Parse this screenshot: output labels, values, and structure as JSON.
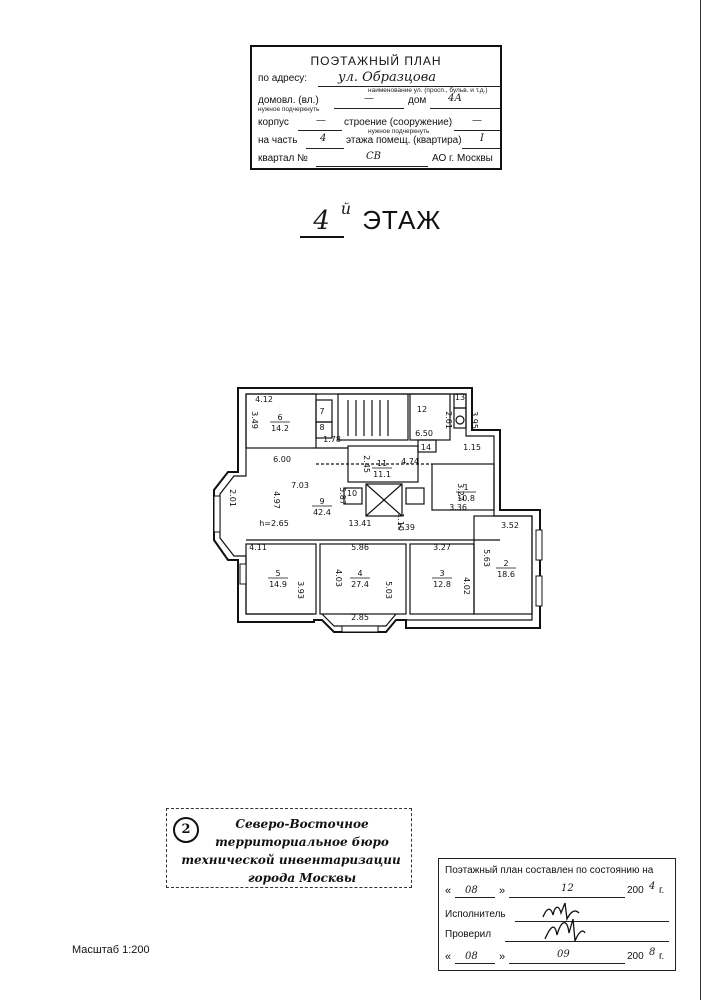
{
  "header": {
    "title": "ПОЭТАЖНЫЙ ПЛАН",
    "address_label": "по адресу:",
    "street_value": "ул. Образцова",
    "street_note": "наименование ул. (просп., бульв. и т.д.)",
    "domovl_label": "домовл. (вл.)",
    "domovl_value": "—",
    "dom_label": "дом",
    "dom_value": "4А",
    "underline_note_1": "нужное подчеркнуть",
    "korpus_label": "корпус",
    "korpus_value": "—",
    "stroenie_label": "строение (сооружение)",
    "stroenie_value": "—",
    "underline_note_2": "нужное подчеркнуть",
    "part_label": "на часть",
    "part_value": "4",
    "floor_label": "этажа помещ. (квартира)",
    "floor_value": "I",
    "kvartal_label": "квартал №",
    "kvartal_value": "СВ",
    "ao_label": "АО г. Москвы"
  },
  "floor_title": {
    "number": "4",
    "suffix": "й",
    "label": "ЭТАЖ"
  },
  "plan": {
    "rooms": [
      {
        "num": "6",
        "area": "14.2"
      },
      {
        "num": "9",
        "area": "42.4"
      },
      {
        "num": "5",
        "area": "14.9"
      },
      {
        "num": "4",
        "area": "27.4"
      },
      {
        "num": "3",
        "area": "12.8"
      },
      {
        "num": "2",
        "area": "18.6"
      },
      {
        "num": "1",
        "area": "10.8"
      },
      {
        "num": "11",
        "area": "11.1"
      },
      {
        "num": "12",
        "area": ""
      },
      {
        "num": "7",
        "area": ""
      },
      {
        "num": "8",
        "area": ""
      },
      {
        "num": "10",
        "area": ""
      },
      {
        "num": "13",
        "area": ""
      },
      {
        "num": "14",
        "area": ""
      }
    ],
    "dims": [
      "4.12",
      "3.49",
      "1.78",
      "6.00",
      "7.03",
      "4.97",
      "2.01",
      "5.87",
      "2.45",
      "4.74",
      "6.50",
      "2.61",
      "3.95",
      "1.15",
      "3.27",
      "3.36",
      "13.41",
      "1.10",
      "7.39",
      "3.52",
      "5.63",
      "4.11",
      "3.93",
      "5.86",
      "4.03",
      "5.03",
      "3.27",
      "4.02",
      "2.85",
      "h=2.65"
    ]
  },
  "stamp": {
    "number": "2",
    "lines": [
      "Северо-Восточное",
      "территориальное бюро",
      "технической инвентаризации",
      "города Москвы"
    ]
  },
  "scale_text": "Масштаб 1:200",
  "sign_box": {
    "state_label": "Поэтажный план составлен по состоянию на",
    "q_open": "«",
    "q_close": "»",
    "day1": "08",
    "month1": "12",
    "year_prefix1": "200",
    "year_digit1": "4",
    "year_suffix": "г.",
    "executor_label": "Исполнитель",
    "checked_label": "Проверил",
    "day2": "08",
    "month2": "09",
    "year_prefix2": "200",
    "year_digit2": "8"
  }
}
